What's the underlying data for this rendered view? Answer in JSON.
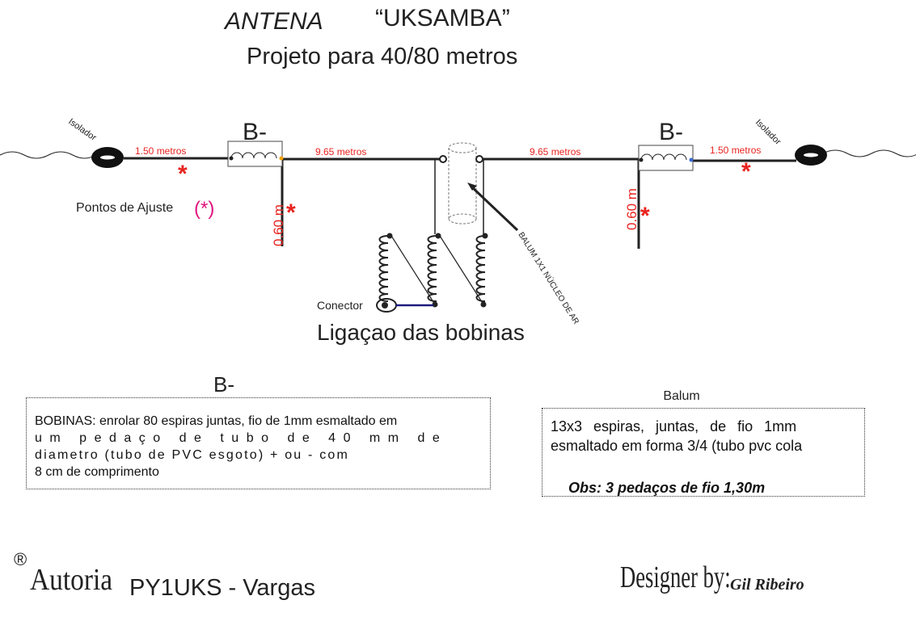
{
  "title": {
    "antena": "ANTENA",
    "name": "“UKSAMBA”",
    "subtitle": "Projeto para 40/80 metros"
  },
  "diagram": {
    "isolador_left": "Isolador",
    "isolador_right": "Isolador",
    "len_left_outer": "1.50 metros",
    "len_left_inner": "9.65 metros",
    "len_right_inner": "9.65 metros",
    "len_right_outer": "1.50 metros",
    "coil_left": "B-",
    "coil_right": "B-",
    "stub_left": "0.60 m",
    "stub_right": "0.60 m",
    "adjust_mark": "*",
    "adjust_label": "Pontos de Ajuste",
    "adjust_symbol": "(*)",
    "balum_label": "BALUM 1X1 NÚCLEO DE AR",
    "connector_label": "Conector",
    "wiring_title": "Ligaçao das bobinas"
  },
  "bobinas_section": {
    "heading": "B-",
    "line1": "BOBINAS: enrolar 80 espiras juntas, fio  de 1mm esmaltado  em",
    "line2": "um pedaço de tubo de 40 mm de",
    "line3": "diametro (tubo de PVC esgoto) + ou - com",
    "line4": "8 cm de comprimento"
  },
  "balum_section": {
    "heading": "Balum",
    "line1": "13x3 espiras, juntas, de fio 1mm",
    "line2": "esmaltado em forma 3/4 (tubo pvc cola",
    "obs": "Obs: 3 pedaços de fio 1,30m"
  },
  "footer": {
    "registered": "®",
    "autoria": "Autoria",
    "author": "PY1UKS - Vargas",
    "designer_label": "Designer by:",
    "designer": "Gil Ribeiro"
  },
  "colors": {
    "red": "#e8231f",
    "magenta": "#e0157f",
    "blue": "#1a1a80"
  }
}
